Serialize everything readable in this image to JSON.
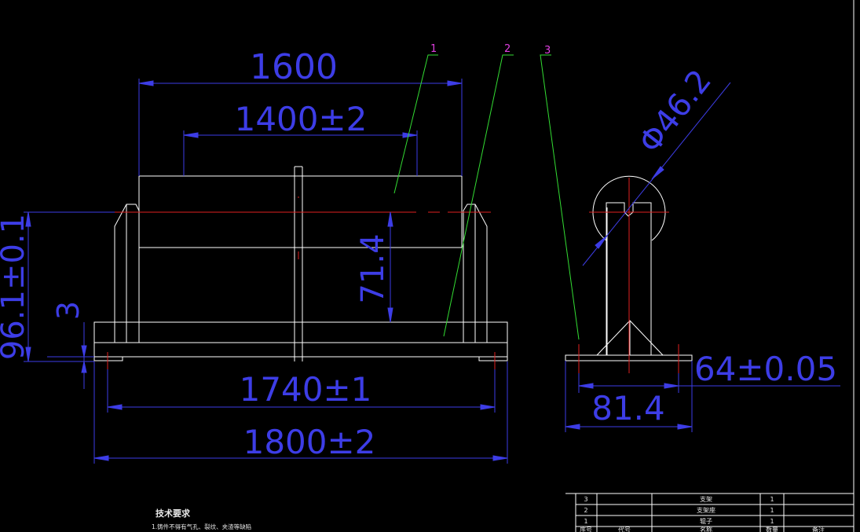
{
  "drawing": {
    "dimensions": {
      "d1600": "1600",
      "d1400": "1400±2",
      "d1740": "1740±1",
      "d1800": "1800±2",
      "d714": "71.4",
      "d96": "96.1±0.1",
      "d3": "3",
      "d64": "64±0.05",
      "d814": "81.4",
      "ddia": "Φ46.2"
    },
    "balloons": [
      "1",
      "2",
      "3"
    ],
    "notes": {
      "title": "技术要求",
      "line1": "1.铸件不得有气孔、裂纹、夹渣等缺陷"
    },
    "parts_table": {
      "rows": [
        {
          "no": "3",
          "name": "支架",
          "qty": "1"
        },
        {
          "no": "2",
          "name": "支架座",
          "qty": "1"
        },
        {
          "no": "1",
          "name": "辊子",
          "qty": "1"
        }
      ],
      "header": {
        "no": "序号",
        "code": "代号",
        "name": "名称",
        "qty": "数量",
        "remark": "备注"
      }
    }
  },
  "colors": {
    "outline": "#ffffff",
    "dimension": "#3d3de6",
    "centerline": "#e02020",
    "leader": "#33dd33",
    "balloon": "#e040e0"
  }
}
